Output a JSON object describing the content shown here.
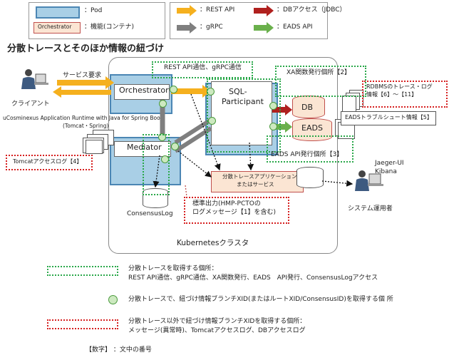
{
  "legend": {
    "pod": "：Pod",
    "orchestrator_box": "Orchestrator",
    "function": "：機能(コンテナ)",
    "rest_api": "：REST API",
    "grpc": "：gRPC",
    "db_access": "：DBアクセス（JDBC）",
    "eads_api": "：EADS API"
  },
  "title": "分散トレースとそのほか情報の紐づけ",
  "labels": {
    "service_request": "サービス要求",
    "client": "クライアント",
    "runtime": "uCosminexus Application Runtime with Java for Spring Boot",
    "runtime_sub": "(Tomcat・Spring)",
    "tomcat_log": "Tomcatアクセスログ【4】",
    "rest_grpc": "REST API通信、gRPC通信",
    "orchestrator": "Orchestrator",
    "mediator": "Mediator",
    "sql_participant": "SQL-Participant",
    "db": "DB",
    "eads": "EADS",
    "xa_func": "XA関数発行個所【2】",
    "rdbms_trace": "RDBMSのトレース・ログ情報【6】～【11】",
    "eads_trouble": "EADSトラブルシュート情報【5】",
    "eads_api_pos": "EADS API発行個所【3】",
    "dist_app": "分散トレースアプリケーション",
    "dist_app2": "またはサービス",
    "consensus_log": "ConsensusLog",
    "stdout": "標準出力(HMP-PCTOの",
    "stdout2": "ログメッセージ【1】を含む)",
    "jaeger": "Jaeger-UI",
    "kibana": "Kibana",
    "sys_admin": "システム運用者",
    "k8s": "Kubernetesクラスタ"
  },
  "notes": {
    "green_title": "分散トレースを取得する個所：",
    "green_body": "REST API通信、gRPC通信、XA関数発行、EADS　API発行、ConsensusLogアクセス",
    "circle_text": "分散トレースで、紐づけ情報ブランチXID(またはルートXID/ConsensusID)を取得する個 所",
    "red_title": "分散トレース以外で紐づけ情報ブランチXIDを取得する個所：",
    "red_body": "メッセージ(異常時)、Tomcatアクセスログ、DBアクセスログ",
    "number_note": "【数字】 ：文中の番号"
  },
  "colors": {
    "rest": "#f5b01e",
    "grpc": "#7f7f7f",
    "db": "#b0201e",
    "eads": "#6ab04c",
    "pod": "#a9cfe6"
  }
}
